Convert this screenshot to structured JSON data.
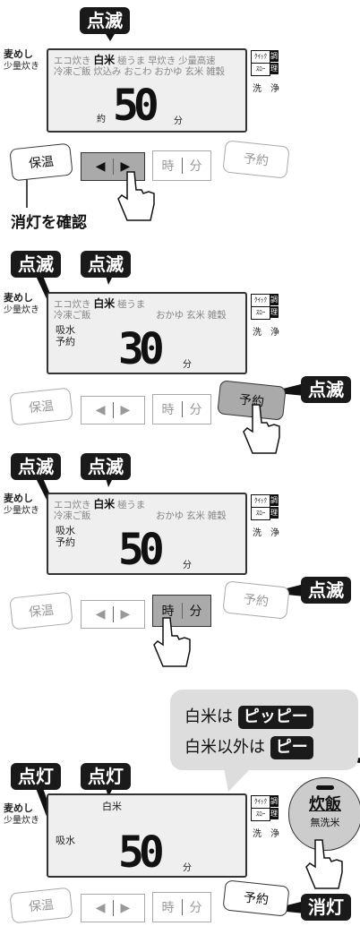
{
  "labels": {
    "blink": "点滅",
    "lit": "点灯",
    "off": "消灯",
    "confirm_off": "消灯を確認"
  },
  "side": {
    "mugi": "麦めし",
    "shouryou": "少量炊き"
  },
  "menu": {
    "row1_a": "エコ炊き",
    "hakumai": "白米",
    "row1_b": "極うま 早炊き 少量高速",
    "row1_c": "極うま",
    "row2_full": "冷凍ご飯 炊込み おこわ おかゆ 玄米 雑穀",
    "row2_a": "冷凍ご飯",
    "row2_b": "おかゆ 玄米 雑穀"
  },
  "lcd": {
    "yaku": "約",
    "fun": "分",
    "kyuusui": "吸水",
    "yoyaku": "予約",
    "digits_50": "50",
    "digits_30": "30"
  },
  "quick": {
    "q1": "ｸｲｯｸ",
    "q2": "ｽﾛｰ",
    "k1": "調",
    "k2": "理",
    "wash": "洗　浄"
  },
  "buttons": {
    "hoon": "保温",
    "left": "◀",
    "right": "▶",
    "ji": "時",
    "fun": "分",
    "yoyaku": "予約"
  },
  "bubble": {
    "line1": "白米は",
    "hl1": "ピッピー",
    "line2": "白米以外は",
    "hl2": "ピー"
  },
  "suihan": {
    "main": "炊飯",
    "sub": "無洗米"
  }
}
